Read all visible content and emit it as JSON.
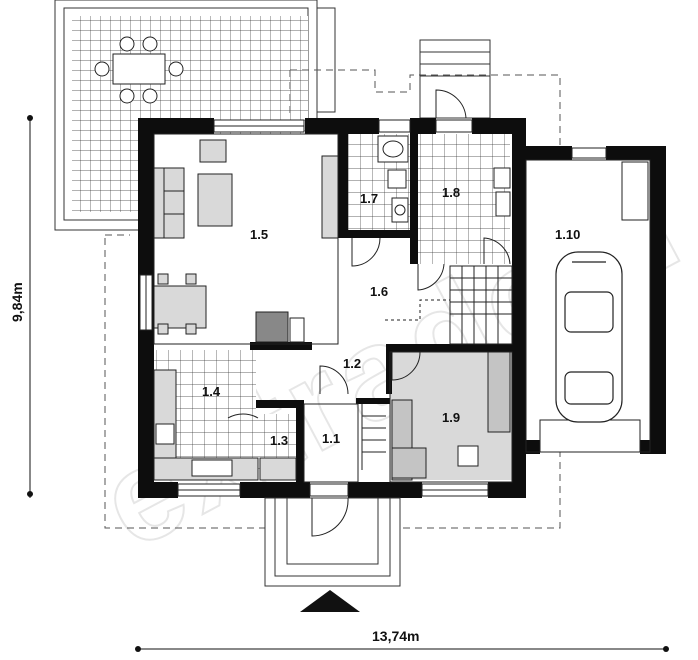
{
  "rooms": [
    {
      "id": "living",
      "label": "1.5"
    },
    {
      "id": "bath",
      "label": "1.7"
    },
    {
      "id": "boiler",
      "label": "1.8"
    },
    {
      "id": "garage",
      "label": "1.10"
    },
    {
      "id": "hall",
      "label": "1.6"
    },
    {
      "id": "corridor",
      "label": "1.2"
    },
    {
      "id": "kitchen",
      "label": "1.4"
    },
    {
      "id": "pantry",
      "label": "1.3"
    },
    {
      "id": "entrance",
      "label": "1.1"
    },
    {
      "id": "study",
      "label": "1.9"
    }
  ],
  "dimensions": {
    "height": "9,84m",
    "width": "13,74m"
  },
  "watermark": "extradom",
  "colors": {
    "wall": "#0d0d0d",
    "floor_fill": "#d9d9d9",
    "line": "#222222",
    "dash": "#555555"
  }
}
